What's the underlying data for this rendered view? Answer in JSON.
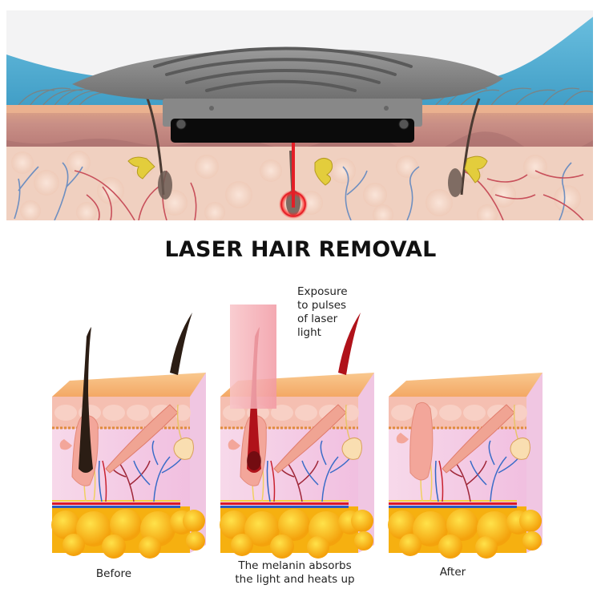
{
  "hero": {
    "description": "Laser handpiece applied to skin cross-section, red beam targeting hair follicle",
    "colors": {
      "background_blue": "#5aaed0",
      "device_white": "#f4f4f4",
      "handpiece_gray": "#8a8a8a",
      "window_black": "#0c0c0c",
      "epidermis": "#d9a08e",
      "dermis": "#f1d3c6",
      "laser_red": "#e41e26",
      "gland_yellow": "#e8d040",
      "vein_blue": "#6a8fc0",
      "artery_red": "#c84a55"
    }
  },
  "title": "LASER HAIR REMOVAL",
  "callout": {
    "lines": [
      "Exposure",
      "to pulses",
      "of laser",
      "light"
    ]
  },
  "panels": [
    {
      "id": "before",
      "caption_lines": [
        "Before"
      ],
      "hair_color": "#2b1d14"
    },
    {
      "id": "during",
      "caption_lines": [
        "The melanin absorbs",
        "the light and heats up"
      ],
      "hair_color": "#b0121a"
    },
    {
      "id": "after",
      "caption_lines": [
        "After"
      ],
      "hair_color": null
    }
  ],
  "colors": {
    "skin_top": "#f6bd80",
    "skin_side": "#f3c6d3",
    "dermis": "#f7dcec",
    "fat_yellow": "#f7b516",
    "beam_pink": "#f6b6bd"
  }
}
